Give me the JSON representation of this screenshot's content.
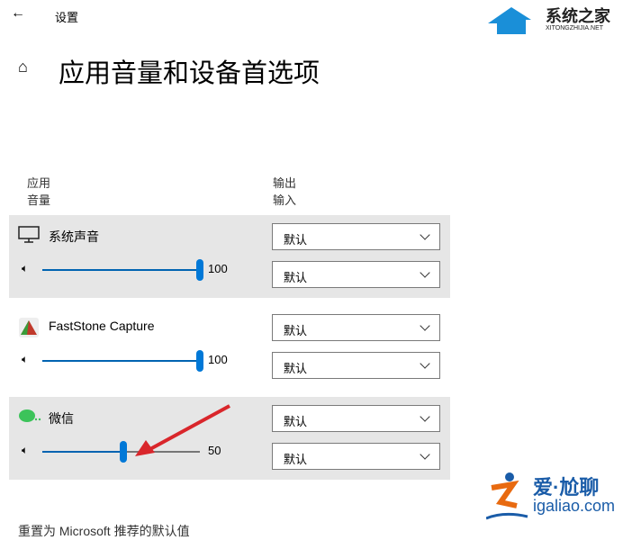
{
  "header": {
    "back_icon": "arrow-left-icon",
    "title": "设置"
  },
  "page": {
    "home_icon": "home-icon",
    "title": "应用音量和设备首选项"
  },
  "columns": {
    "app": "应用",
    "volume": "音量",
    "output": "输出",
    "input": "输入"
  },
  "apps": [
    {
      "name": "系统声音",
      "icon": "monitor-icon",
      "volume": 100,
      "output": "默认",
      "input": "默认"
    },
    {
      "name": "FastStone Capture",
      "icon": "faststone-icon",
      "volume": 100,
      "output": "默认",
      "input": "默认"
    },
    {
      "name": "微信",
      "icon": "wechat-icon",
      "volume": 50,
      "output": "默认",
      "input": "默认"
    }
  ],
  "reset_text": "重置为 Microsoft 推荐的默认值",
  "watermarks": {
    "top": "系统之家",
    "top_sub": "XITONGZHIJIA.NET",
    "bottom": "爱·尬聊",
    "bottom_sub": "igaliao.com"
  },
  "colors": {
    "accent": "#0078d7",
    "row_bg": "#e6e6e6",
    "arrow": "#d9262b"
  }
}
